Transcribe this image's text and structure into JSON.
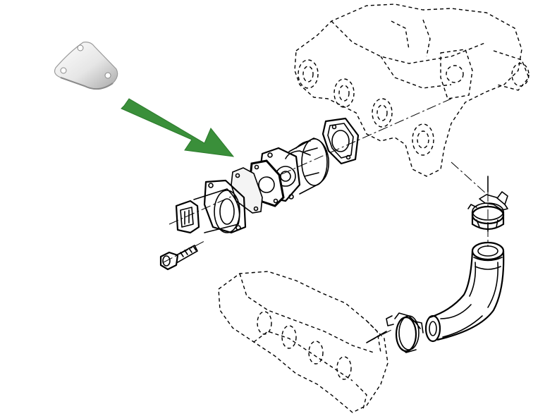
{
  "colors": {
    "background": "#ffffff",
    "line": "#000000",
    "arrow": "#3a8f3a",
    "arrow_dark": "#2b7a2b",
    "plate_highlight": "#f4f4f4",
    "plate_shadow": "#b8b8b8"
  },
  "parts": [
    "exhaust-manifold",
    "intake-manifold",
    "egr-valve",
    "blanking-plate",
    "egr-gasket",
    "flange-gasket",
    "bolt",
    "egr-pipe",
    "hose-clamp-upper",
    "hose-clamp-lower"
  ]
}
